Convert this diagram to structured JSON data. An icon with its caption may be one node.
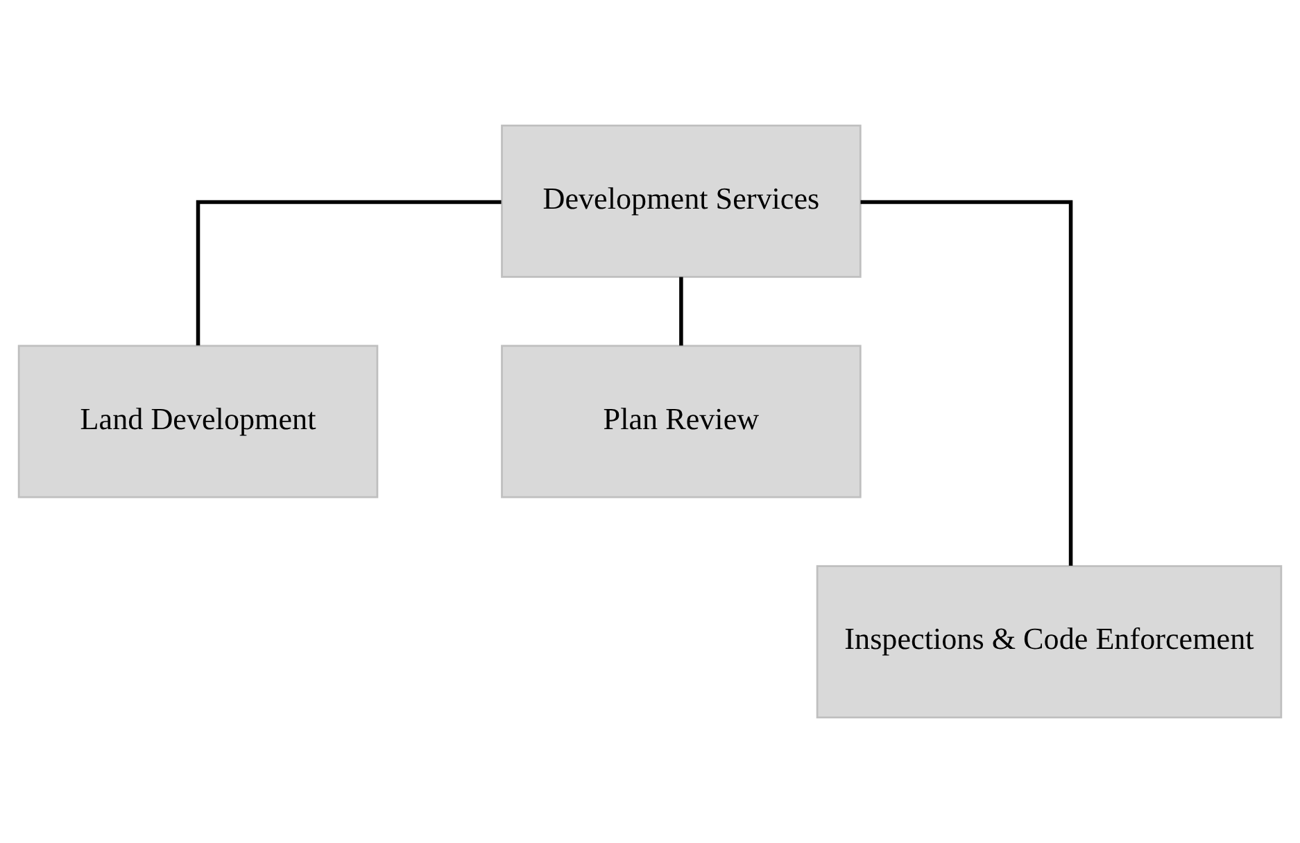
{
  "diagram": {
    "nodes": [
      {
        "text": [
          "Development Services"
        ]
      },
      {
        "text": [
          "Land Development"
        ]
      },
      {
        "text": [
          "Plan Review"
        ]
      },
      {
        "text": [
          "Inspections & Code Enforcement"
        ]
      }
    ],
    "edges": [
      {
        "from": 0,
        "to": 1,
        "arrow": "none"
      },
      {
        "from": 0,
        "to": 2,
        "arrow": "none"
      },
      {
        "from": 0,
        "to": 3,
        "arrow": "none"
      }
    ]
  }
}
